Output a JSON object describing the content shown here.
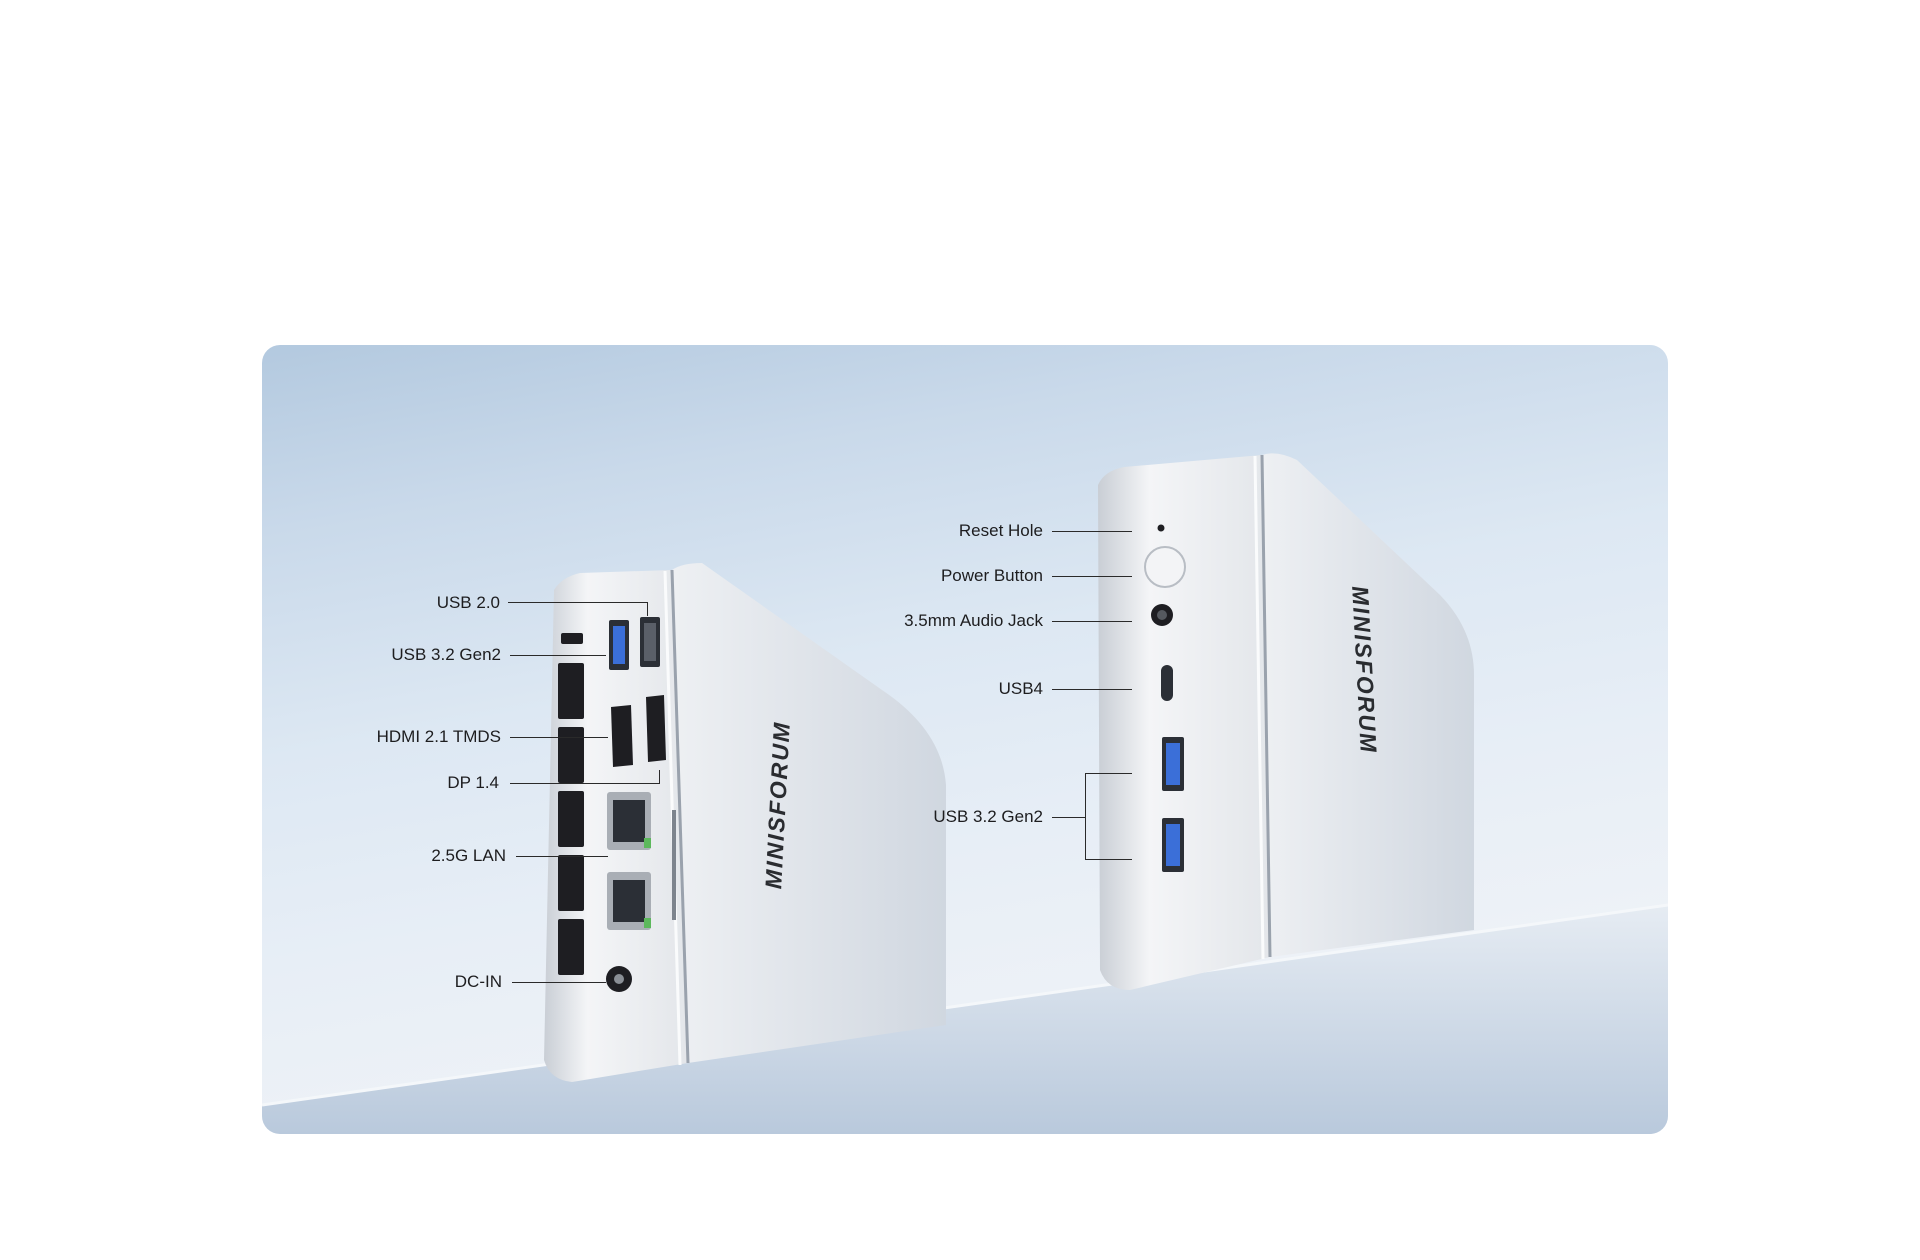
{
  "brand": {
    "logo_text": "MINISFORUM"
  },
  "back_panel": {
    "labels": {
      "usb2": "USB 2.0",
      "usb32": "USB 3.2 Gen2",
      "hdmi": "HDMI 2.1 TMDS",
      "dp": "DP 1.4",
      "lan": "2.5G LAN",
      "dcin": "DC-IN"
    }
  },
  "front_panel": {
    "labels": {
      "reset": "Reset Hole",
      "power": "Power Button",
      "audio": "3.5mm Audio Jack",
      "usb4": "USB4",
      "usb32": "USB 3.2 Gen2"
    }
  },
  "colors": {
    "usb3_blue": "#3b6fd8",
    "lan_led_green": "#5cb85c",
    "chassis": "#e3e6ea",
    "shelf": "#c7d4e3"
  }
}
